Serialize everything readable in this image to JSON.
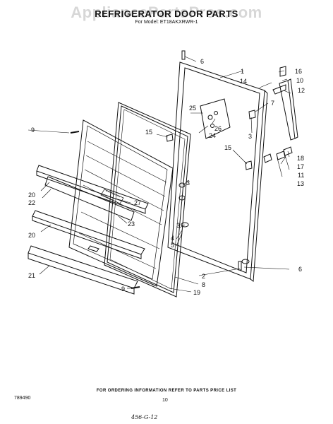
{
  "watermark": "AppliancePartsPros.com",
  "title": "REFRIGERATOR DOOR PARTS",
  "subtitle": "For Model: ET18AKXRWR-1",
  "footer_note": "FOR ORDERING INFORMATION REFER TO PARTS PRICE LIST",
  "doc_number": "789490",
  "page_number": "10",
  "handwritten_note": "456-G-12",
  "callouts": {
    "c1": "1",
    "c2": "2",
    "c3a": "3",
    "c3b": "3",
    "c3c": "3",
    "c4": "4",
    "c5": "5",
    "c6a": "6",
    "c6b": "6",
    "c7": "7",
    "c8": "8",
    "c9a": "9",
    "c9b": "9",
    "c10": "10",
    "c11": "11",
    "c12": "12",
    "c13": "13",
    "c14": "14",
    "c15a": "15",
    "c15b": "15",
    "c16": "16",
    "c17": "17",
    "c18": "18",
    "c19": "19",
    "c20a": "20",
    "c20b": "20",
    "c21": "21",
    "c22": "22",
    "c23": "23",
    "c24": "24",
    "c25": "25",
    "c26": "26",
    "c27": "27"
  }
}
